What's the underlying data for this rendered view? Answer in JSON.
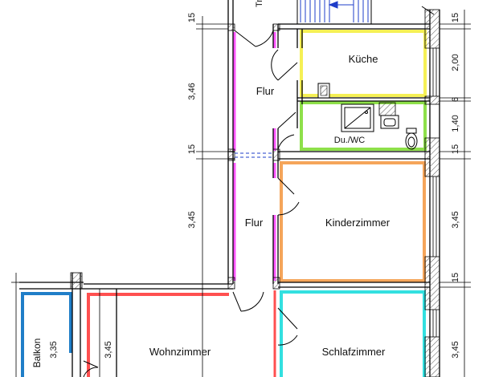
{
  "rooms": {
    "kueche": "Küche",
    "flur_upper": "Flur",
    "duwc": "Du./WC",
    "flur_lower": "Flur",
    "kinderzimmer": "Kinderzimmer",
    "wohnzimmer": "Wohnzimmer",
    "schlafzimmer": "Schlafzimmer",
    "balkon": "Balkon"
  },
  "stair_label": "Tr",
  "dimensions": {
    "left_15_top": "15",
    "left_346": "3,46",
    "left_15_mid": "15",
    "left_345": "3,45",
    "right_15_top": "15",
    "right_200": "2,00",
    "right_6": "6",
    "right_140": "1,40",
    "right_15_mid": "15",
    "right_345_upper": "3,45",
    "right_15_lower": "15",
    "right_345_lower": "3,45",
    "balkon_335": "3,35",
    "wohn_345": "3,45"
  },
  "colors": {
    "wall": "#000000",
    "hatch": "#555555",
    "kueche": "#f5f055",
    "duwc": "#8ee04a",
    "flur": "#ff55ff",
    "kinderzimmer": "#f5a55a",
    "wohnzimmer": "#ff5050",
    "schlafzimmer": "#33e0e0",
    "balkon": "#1f7ec8",
    "stair": "#1e3cc8"
  }
}
